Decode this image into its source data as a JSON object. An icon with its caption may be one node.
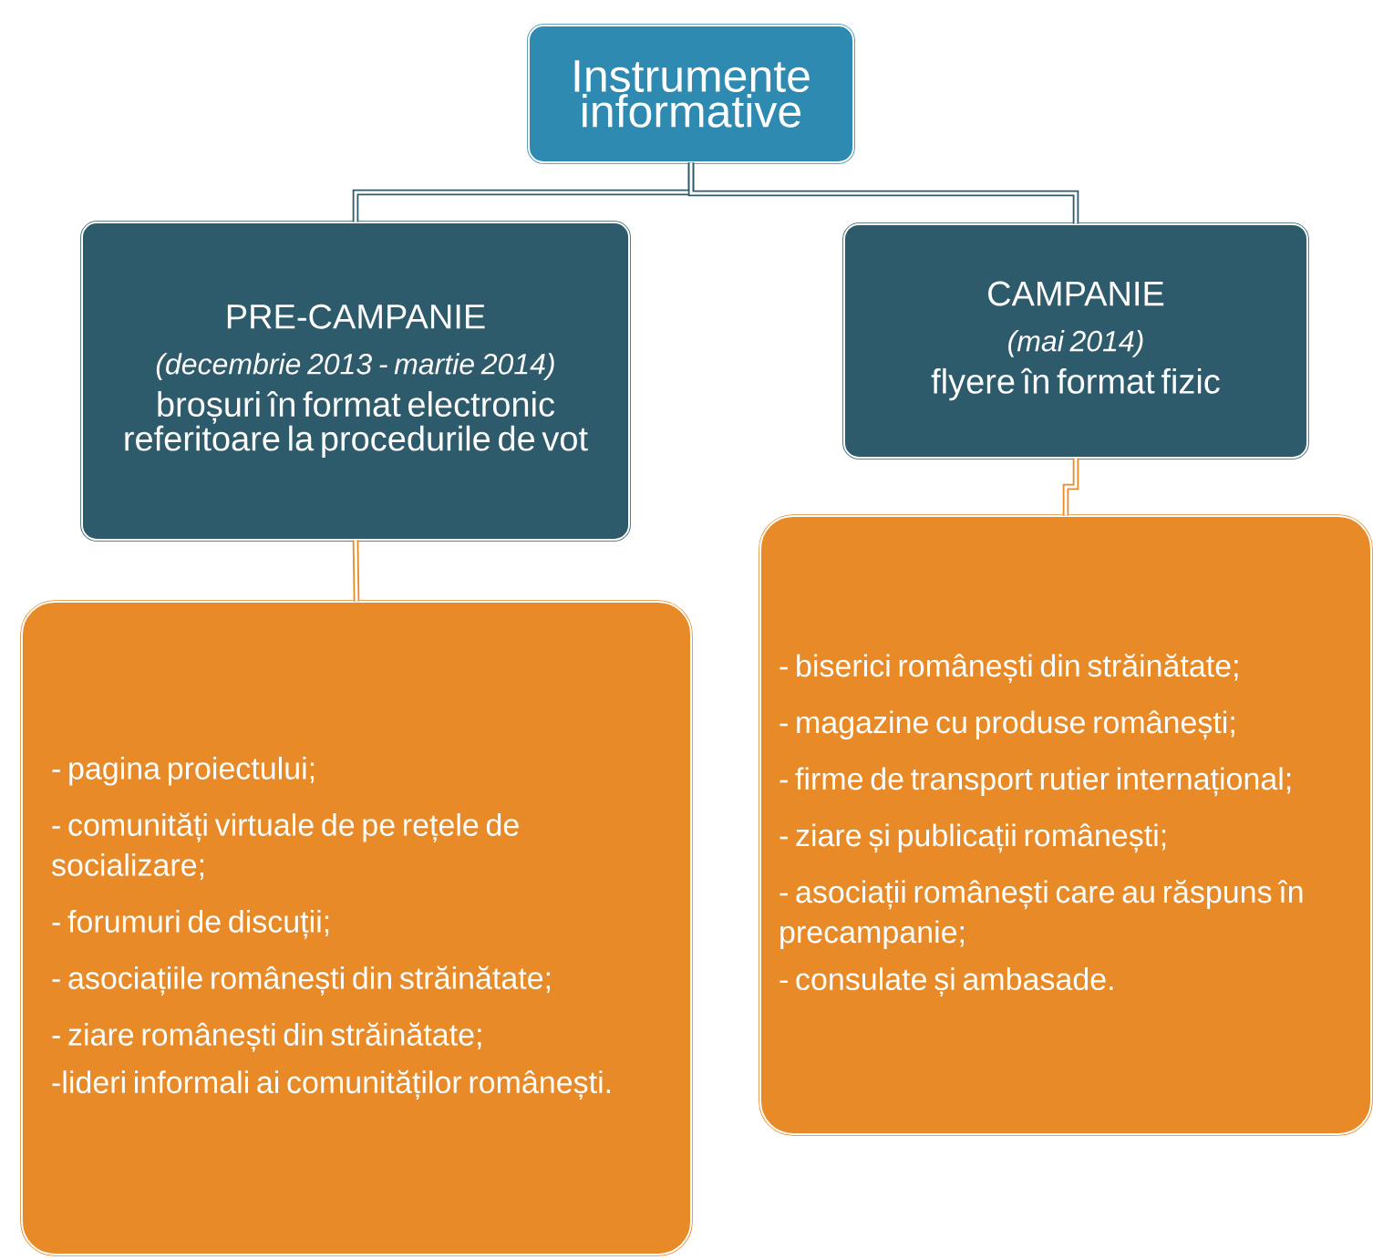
{
  "diagram": {
    "nodes": [
      {
        "text": [
          "Instrumente informative"
        ]
      },
      {
        "text": [
          "PRE-CAMPANIE",
          "(decembrie 2013 - martie 2014)",
          "broșuri în format electronic referitoare la procedurile de vot"
        ]
      },
      {
        "text": [
          "CAMPANIE",
          "(mai 2014)",
          "flyere în format fizic"
        ]
      },
      {
        "text": [
          "- pagina proiectului;",
          "- comunități virtuale de pe rețele de socializare;",
          "- forumuri de discuții;",
          "- asociațiile românești din străinătate;",
          "- ziare românești din străinătate;",
          "-lideri informali ai comunităților românești."
        ]
      },
      {
        "text": [
          "- biserici românești din străinătate;",
          "- magazine cu produse românești;",
          "- firme de transport rutier internațional;",
          "- ziare și publicații românești;",
          "- asociații românești care au răspuns în precampanie;",
          "- consulate și ambasade."
        ]
      }
    ],
    "edges": [
      {
        "from": 0,
        "to": 1,
        "arrow": "none"
      },
      {
        "from": 0,
        "to": 2,
        "arrow": "none"
      },
      {
        "from": 1,
        "to": 3,
        "arrow": "none",
        "color": "#e88a27"
      },
      {
        "from": 2,
        "to": 4,
        "arrow": "none",
        "color": "#e88a27"
      }
    ]
  }
}
